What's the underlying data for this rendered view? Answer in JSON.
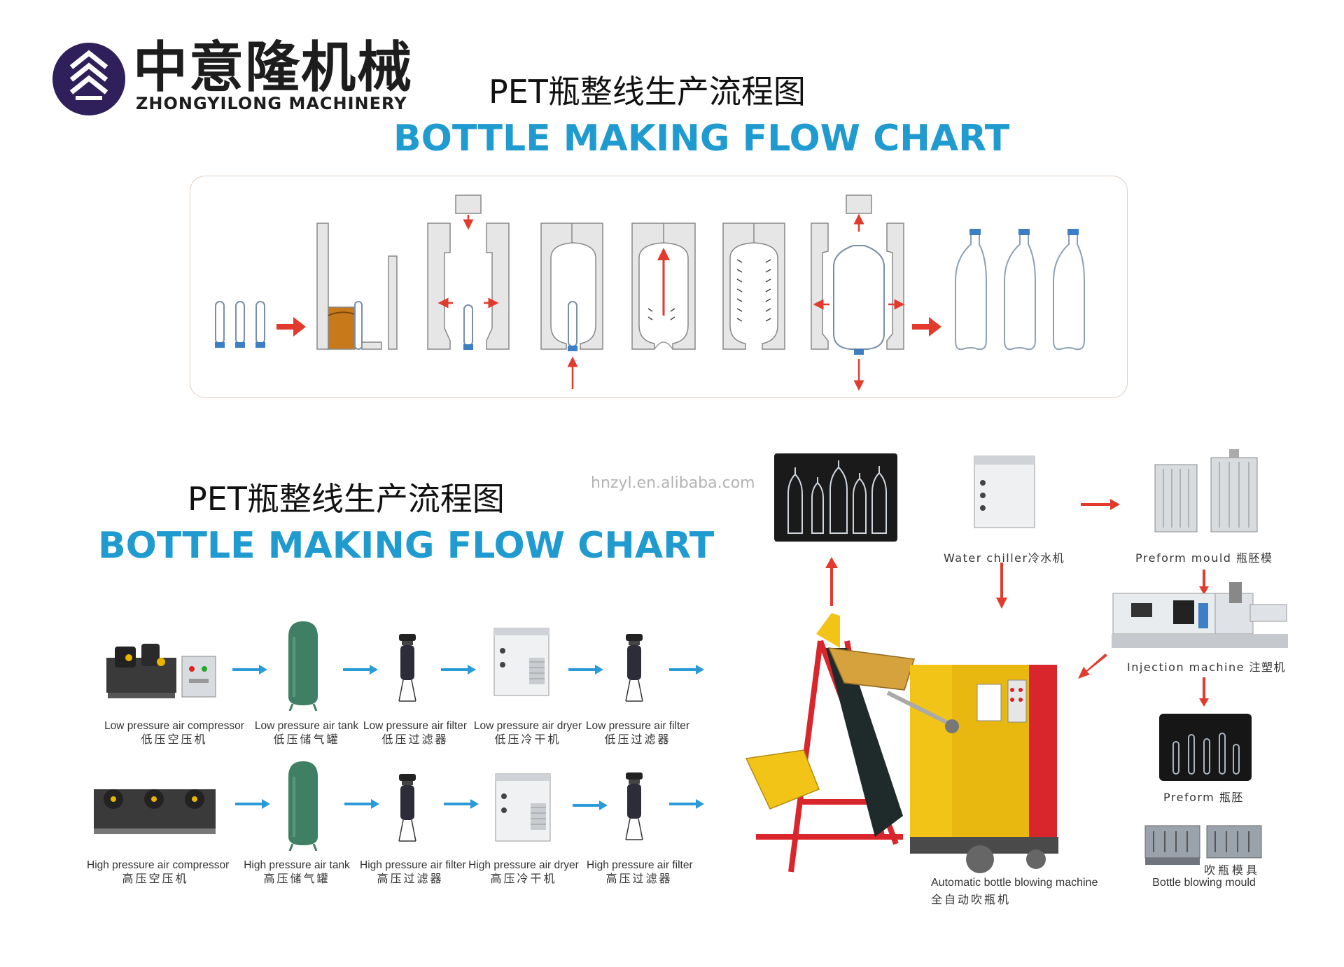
{
  "brand": {
    "name_cn": "中意隆机械",
    "name_en": "ZHONGYILONG MACHINERY"
  },
  "headings": {
    "top_cn": "PET瓶整线生产流程图",
    "top_en": "BOTTLE MAKING FLOW CHART",
    "mid_cn": "PET瓶整线生产流程图",
    "mid_en": "BOTTLE MAKING FLOW CHART"
  },
  "watermark": "hnzyl.en.alibaba.com",
  "low_pressure_row": [
    {
      "en": "Low pressure air compressor",
      "cn": "低压空压机"
    },
    {
      "en": "Low pressure air tank",
      "cn": "低压储气罐"
    },
    {
      "en": "Low pressure air filter",
      "cn": "低压过滤器"
    },
    {
      "en": "Low pressure air dryer",
      "cn": "低压冷干机"
    },
    {
      "en": "Low pressure air filter",
      "cn": "低压过滤器"
    }
  ],
  "high_pressure_row": [
    {
      "en": "High pressure air compressor",
      "cn": "高压空压机"
    },
    {
      "en": "High pressure air tank",
      "cn": "高压储气罐"
    },
    {
      "en": "High pressure air filter",
      "cn": "高压过滤器"
    },
    {
      "en": "High pressure air dryer",
      "cn": "高压冷干机"
    },
    {
      "en": "High pressure air filter",
      "cn": "高压过滤器"
    }
  ],
  "right_side": {
    "water_chiller": "Water chiller冷水机",
    "preform_mould": "Preform mould 瓶胚模",
    "injection_machine": "Injection machine 注塑机",
    "preform": "Preform 瓶胚",
    "bottle_mould_cn": "吹瓶模具",
    "bottle_mould_en": "Bottle blowing mould",
    "blowing_machine_en": "Automatic bottle blowing machine",
    "blowing_machine_cn": "全自动吹瓶机"
  },
  "colors": {
    "accent_blue": "#1f9bd0",
    "arrow_red": "#e23b2e",
    "arrow_blue": "#2a9bd6",
    "machine_yellow": "#f2c418",
    "frame_red": "#d9262c",
    "logo_purple": "#2f1f5a"
  },
  "icons": [
    "logo-mark-icon",
    "preform-icon",
    "mould-icon",
    "bottle-icon",
    "compressor-icon",
    "air-tank-icon",
    "air-filter-icon",
    "air-dryer-icon",
    "water-chiller-icon",
    "injection-machine-icon",
    "blowing-machine-icon"
  ]
}
